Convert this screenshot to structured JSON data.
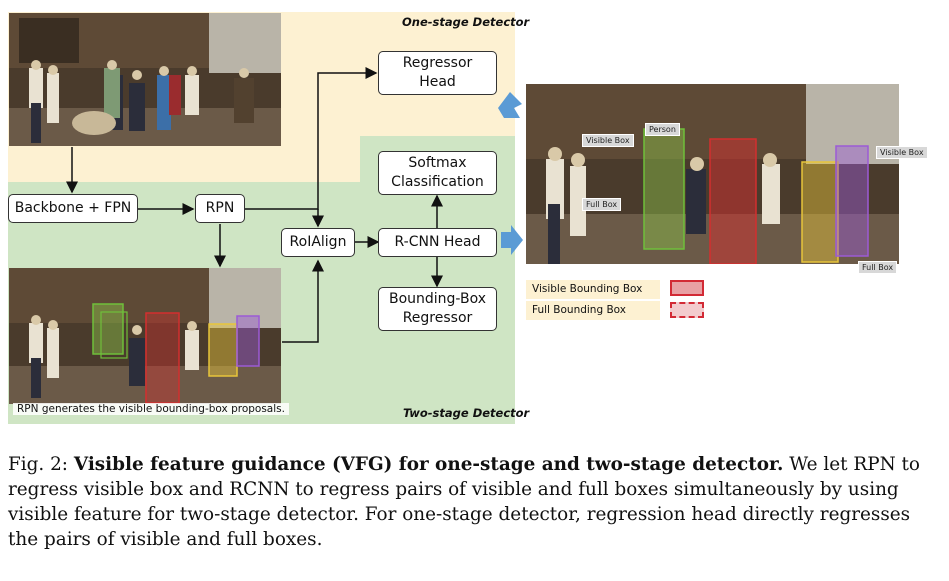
{
  "regions": {
    "one_stage_label": "One-stage Detector",
    "two_stage_label": "Two-stage Detector"
  },
  "colors": {
    "one_stage_bg": "#fdf1d2",
    "two_stage_bg": "#cfe5c4",
    "visible_box": "#e06a72",
    "full_box": "#d22a35",
    "arrow_blue": "#5b9bd5"
  },
  "nodes": {
    "backbone": "Backbone + FPN",
    "rpn": "RPN",
    "roialign": "RoIAlign",
    "regressor_head": "Regressor\nHead",
    "softmax": "Softmax\nClassification",
    "rcnn_head": "R-CNN Head",
    "bbox_regressor": "Bounding-Box\nRegressor"
  },
  "images": {
    "proposal_note": "RPN generates the visible bounding-box proposals.",
    "output_tags": {
      "visible_box": "Visible Box",
      "full_box": "Full Box",
      "person": "Person",
      "visible_box_2": "Visible Box",
      "full_box_2": "Full Box"
    }
  },
  "legend": {
    "visible": "Visible Bounding Box",
    "full": "Full Bounding Box"
  },
  "caption": {
    "fig_label": "Fig. 2:",
    "title": "Visible feature guidance (VFG) for one-stage and two-stage detector.",
    "body": "We let RPN to regress visible box and RCNN to regress pairs of visible and full boxes simultaneously by using visible feature for two-stage detector. For one-stage detector, regression head directly regresses the pairs of visible and full boxes."
  }
}
